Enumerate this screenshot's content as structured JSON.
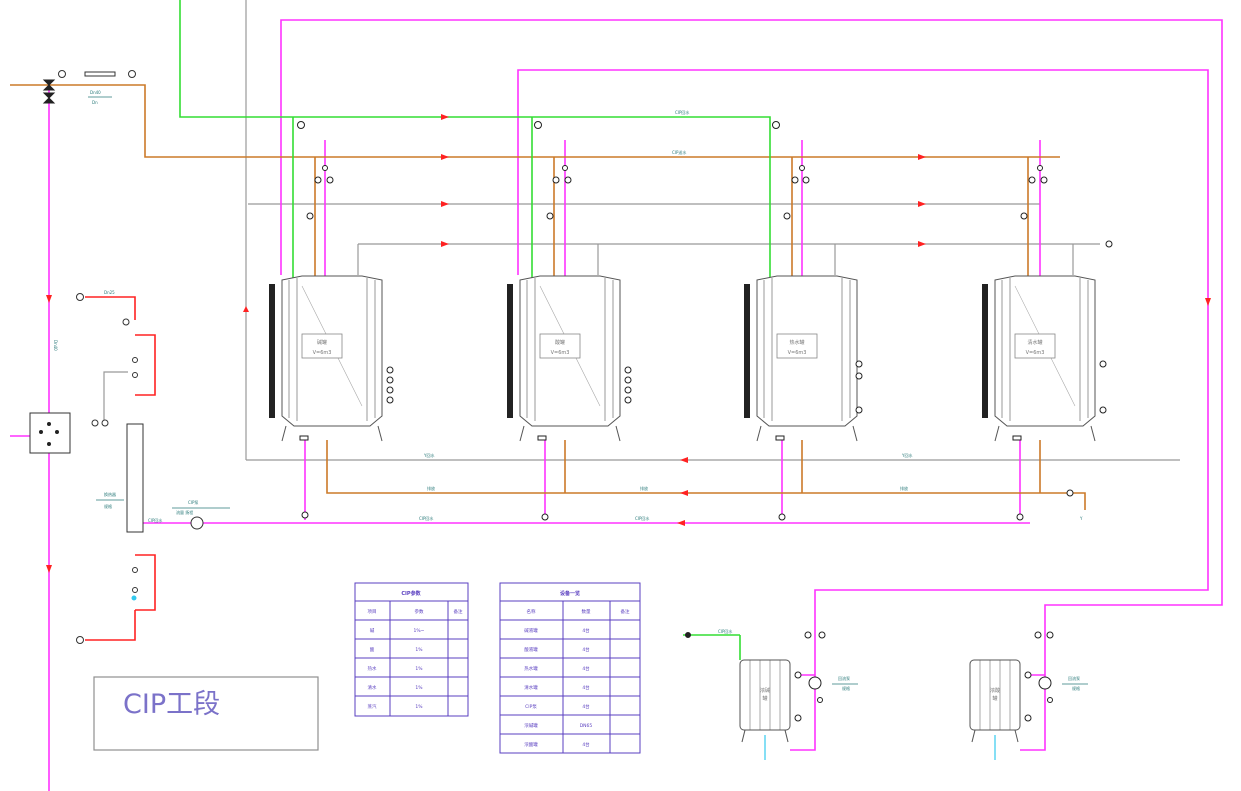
{
  "title": "CIP工段",
  "colors": {
    "water": "#ff33ff",
    "steam": "#cc7a29",
    "cip_return": "#33dd33",
    "drain": "#999999",
    "tank": "#555555",
    "valve_red": "#ff2222",
    "table": "#5a3fc0",
    "title_box": "#8f8f8f",
    "title_text": "#7b72c9"
  },
  "labels": {
    "top_feed": "Dn40",
    "top_feed_sub": "Dn",
    "cip_return": "CIP回水",
    "steam_header": "CIP送水",
    "drain_bottom": "Y回水",
    "drain_bottom_2": "Y回水",
    "bottom_return_1": "排放",
    "bottom_return_2": "排放",
    "bottom_return_3": "排放",
    "cip_supply_1": "CIP回水",
    "cip_supply_2": "CIP回水",
    "cip_supply_3": "CIP回水",
    "heat_exch": "换热器",
    "heat_exch_sub": "规格",
    "pump_lbl": "CIP泵",
    "pump_sub": "流量 扬程",
    "left_steam": "Dn25",
    "left_vert": "Dn40",
    "tank_small_feed": "CIP回水",
    "pump_small_1": "回流泵",
    "pump_small_1_sub": "规格",
    "pump_small_2": "回流泵",
    "pump_small_2_sub": "规格",
    "y_mark": "Y"
  },
  "tanks": [
    {
      "name": "碱罐",
      "spec": "V=6m3"
    },
    {
      "name": "酸罐",
      "spec": "V=6m3"
    },
    {
      "name": "热水罐",
      "spec": "V=6m3"
    },
    {
      "name": "清水罐",
      "spec": "V=6m3"
    }
  ],
  "small_tanks": [
    {
      "name": "浓碱",
      "spec": "罐"
    },
    {
      "name": "浓酸",
      "spec": "罐"
    }
  ],
  "table1": {
    "title": "CIP参数",
    "headers": [
      "项目",
      "参数",
      "备注"
    ],
    "rows": [
      [
        "碱",
        "1%~"
      ],
      [
        "酸",
        "1%"
      ],
      [
        "热水",
        "1%"
      ],
      [
        "清水",
        "1%"
      ],
      [
        "蒸汽",
        "1%"
      ]
    ]
  },
  "table2": {
    "title": "设备一览",
    "headers": [
      "名称",
      "数量",
      "备注"
    ],
    "rows": [
      [
        "碱液罐",
        "4台"
      ],
      [
        "酸液罐",
        "4台"
      ],
      [
        "热水罐",
        "4台"
      ],
      [
        "清水罐",
        "4台"
      ],
      [
        "CIP泵",
        "4台"
      ],
      [
        "浓碱罐",
        "DN65"
      ],
      [
        "浓酸罐",
        "4台"
      ]
    ]
  }
}
